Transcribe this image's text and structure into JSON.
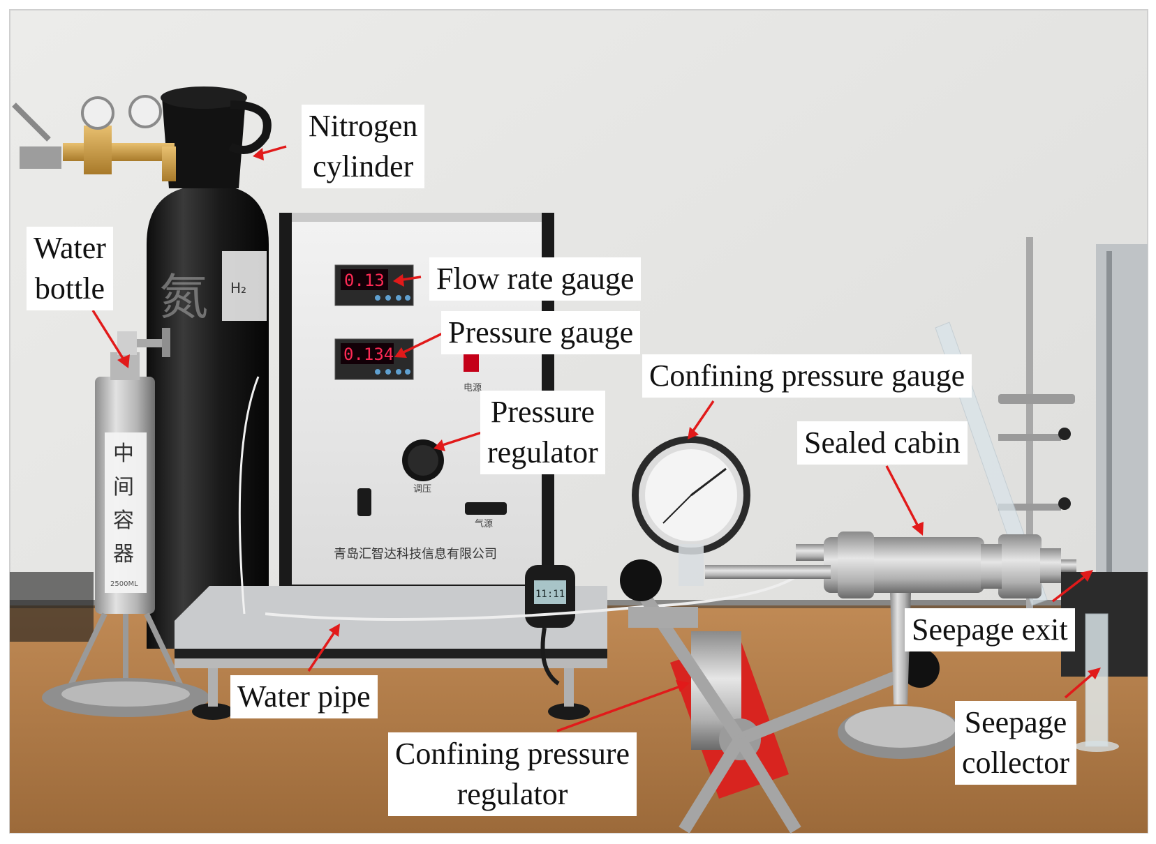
{
  "labels": {
    "nitrogen_cylinder": [
      "Nitrogen",
      "cylinder"
    ],
    "water_bottle": [
      "Water",
      "bottle"
    ],
    "flow_rate_gauge": "Flow rate gauge",
    "pressure_gauge": "Pressure gauge",
    "pressure_regulator": [
      "Pressure",
      "regulator"
    ],
    "confining_pressure_gauge": "Confining pressure gauge",
    "sealed_cabin": "Sealed cabin",
    "water_pipe": "Water pipe",
    "confining_pressure_regulator": [
      "Confining pressure",
      "regulator"
    ],
    "seepage_exit": "Seepage exit",
    "seepage_collector": [
      "Seepage",
      "collector"
    ]
  },
  "device_text": {
    "flow_display": "0.13",
    "pressure_display": "0.134",
    "company": "青岛汇智达科技信息有限公司",
    "knob_label": "调压",
    "switch_label": "气源",
    "power_label": "电源",
    "cylinder_char": "氮",
    "bottle_chars": [
      "中",
      "间",
      "容",
      "器"
    ],
    "cylinder_tag": "H₂",
    "bottle_tag": "2500ML",
    "stopwatch": "11:11"
  },
  "colors": {
    "arrow": "#e11a1a",
    "wall": "#e6e6e6",
    "table": "#b07a45",
    "led": "#ff2a55",
    "regulator_red": "#d8241f"
  }
}
